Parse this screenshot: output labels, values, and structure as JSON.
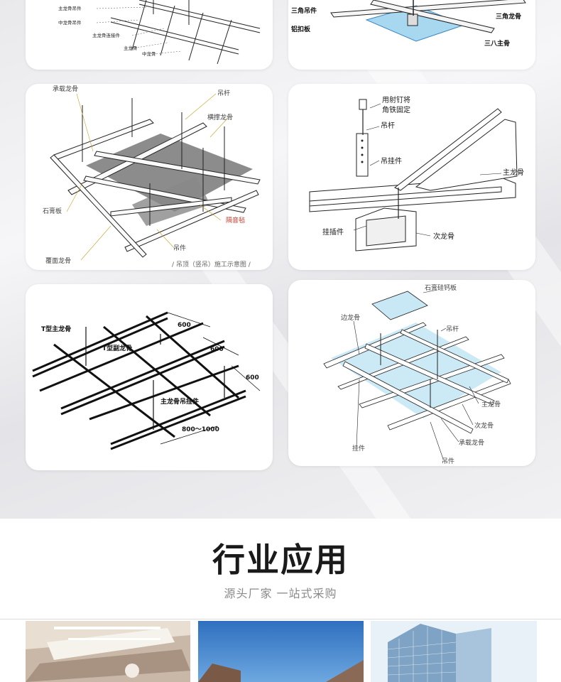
{
  "cards": {
    "c1": {
      "labels": [
        "主龙骨吊件",
        "中龙骨吊件",
        "主龙骨连接件",
        "主龙骨",
        "中龙骨"
      ]
    },
    "c2": {
      "labels": [
        "三角吊件",
        "三角龙骨",
        "铝扣板",
        "三八主骨"
      ]
    },
    "c3": {
      "labels": [
        "承载龙骨",
        "吊杆",
        "横撑龙骨",
        "石膏板",
        "隔音毡",
        "覆面龙骨",
        "吊件"
      ],
      "caption": "/ 吊顶（竖吊）施工示意图 /"
    },
    "c4": {
      "labels": [
        "用射钉将",
        "角铁固定",
        "吊杆",
        "吊挂件",
        "主龙骨",
        "挂插件",
        "次龙骨"
      ]
    },
    "c5": {
      "labels": [
        "T型主龙骨",
        "T型副龙骨",
        "主龙骨吊挂件"
      ],
      "dims": [
        "600",
        "600",
        "600",
        "800～1000"
      ]
    },
    "c6": {
      "labels": [
        "石膏硅钙板",
        "边龙骨",
        "吊杆",
        "主龙骨",
        "次龙骨",
        "承载龙骨",
        "挂件",
        "吊件"
      ]
    }
  },
  "section": {
    "title": "行业应用",
    "subtitle": "源头厂家  一站式采购"
  },
  "colors": {
    "line": "#222222",
    "glass": "#a8d8f0",
    "title": "#1a1a1a",
    "subtitle": "#8a8a8a"
  }
}
